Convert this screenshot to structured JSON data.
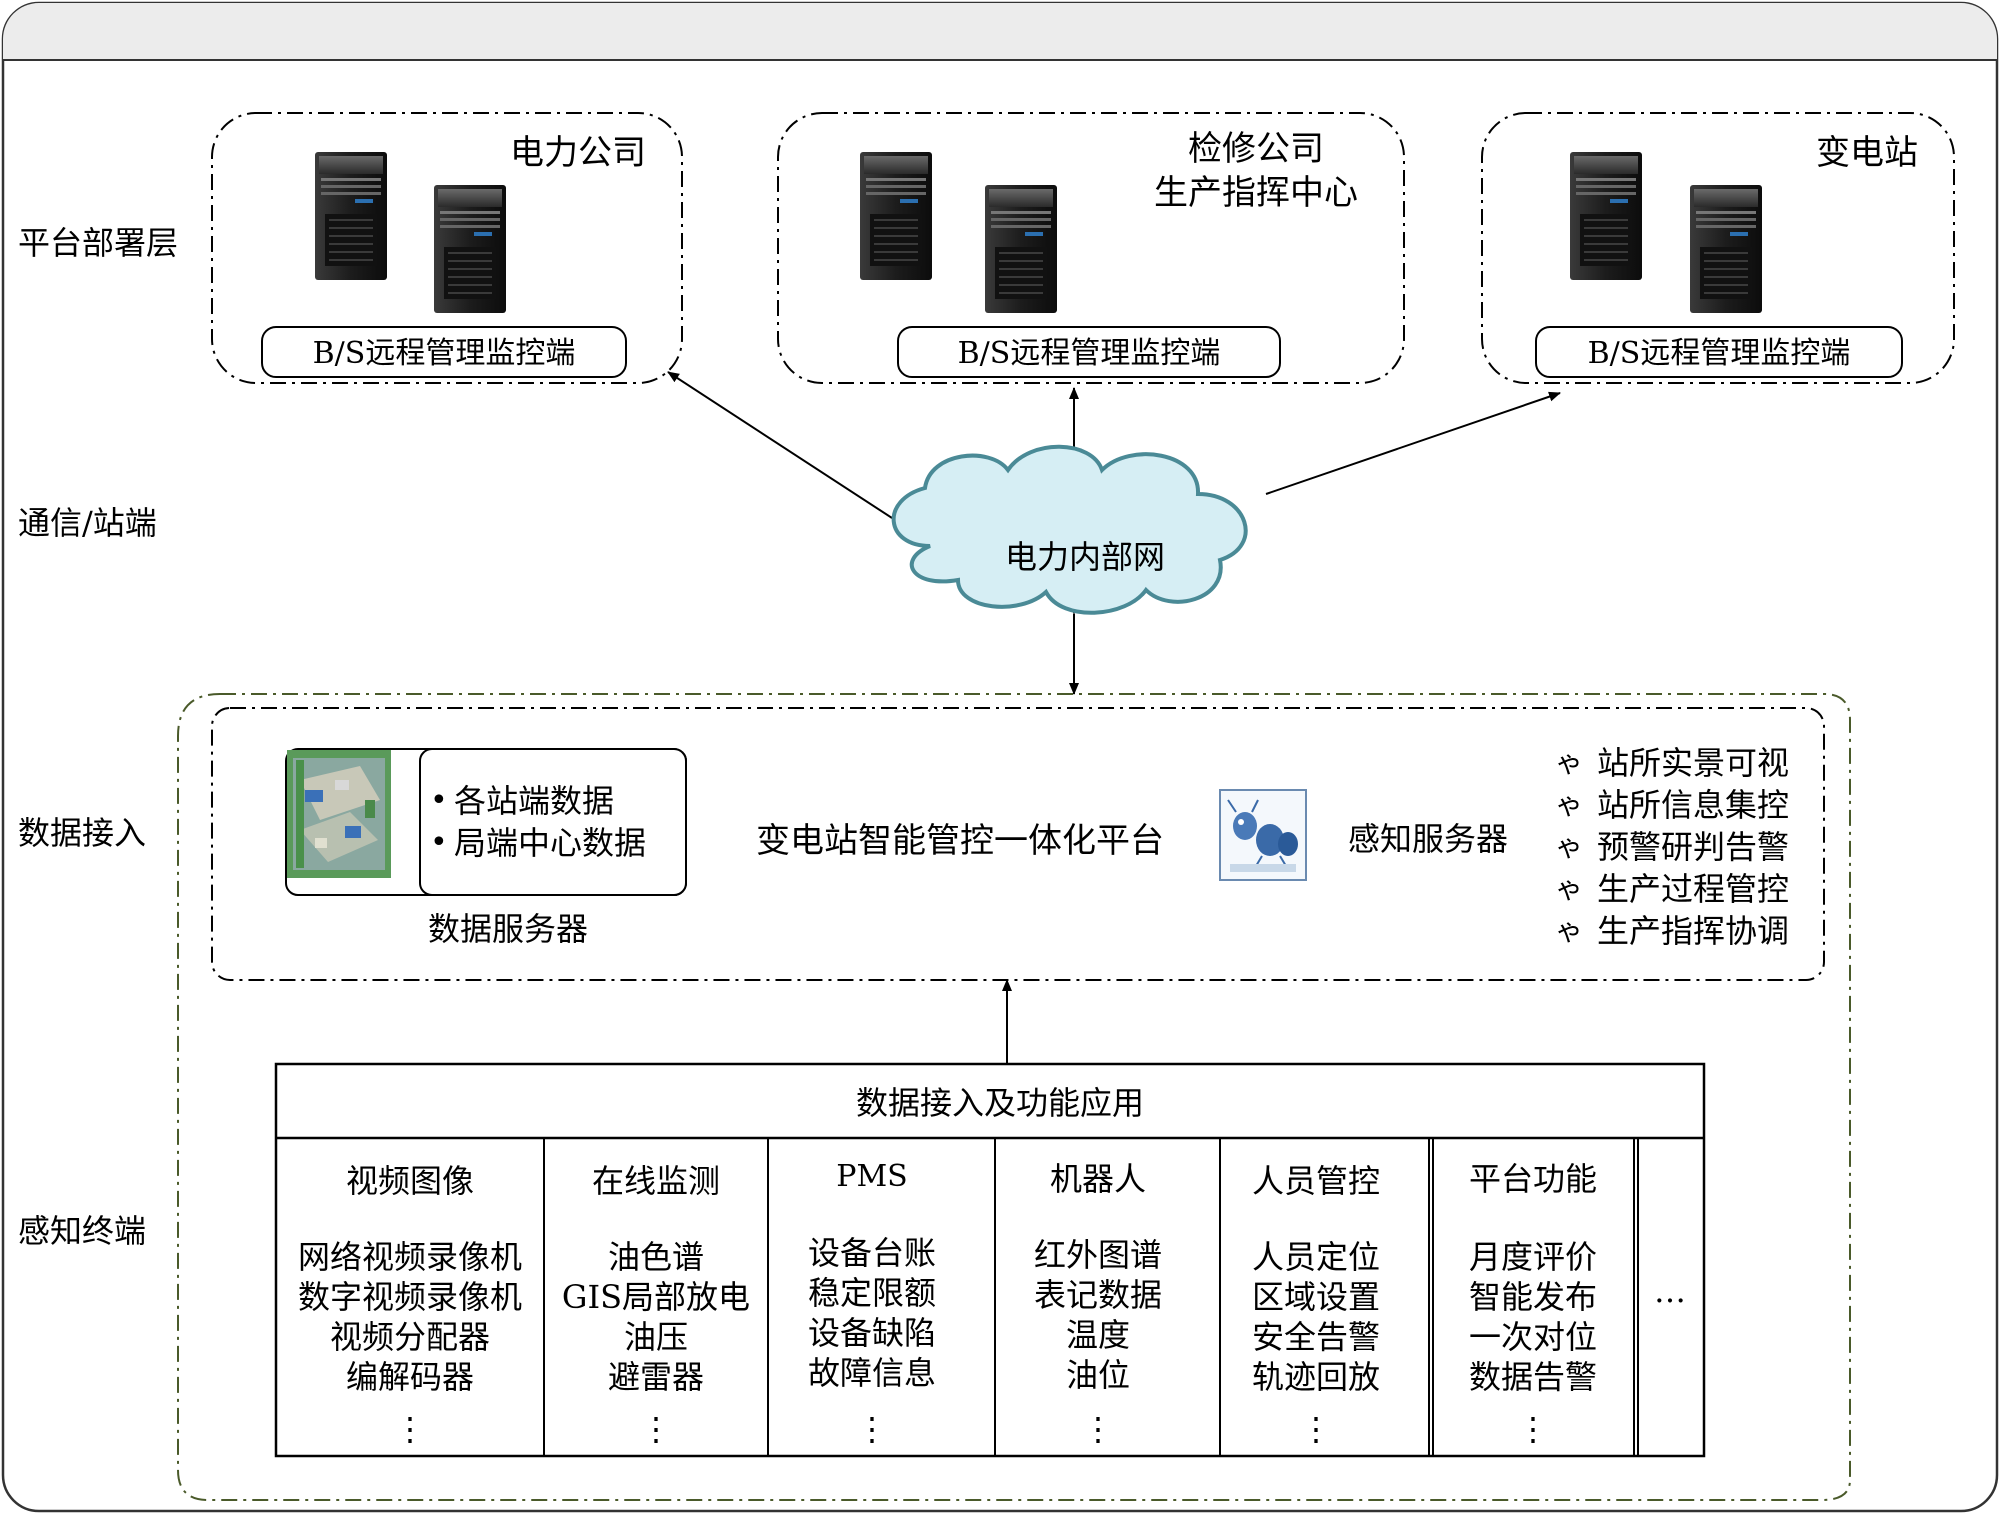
{
  "layers": {
    "platform": "平台部署层",
    "communication": "通信/站端",
    "data_access": "数据接入",
    "terminal": "感知终端"
  },
  "sites": [
    {
      "title_lines": [
        "电力公司"
      ],
      "client_label": "B/S远程管理监控端",
      "icon": "server-tower-icon"
    },
    {
      "title_lines": [
        "检修公司",
        "生产指挥中心"
      ],
      "client_label": "B/S远程管理监控端",
      "icon": "server-tower-icon"
    },
    {
      "title_lines": [
        "变电站"
      ],
      "client_label": "B/S远程管理监控端",
      "icon": "server-tower-icon"
    }
  ],
  "network": {
    "label": "电力内部网",
    "icon": "cloud-icon",
    "color": "#d6eef4",
    "border": "#4a8a96"
  },
  "platform_box": {
    "center_title": "变电站智能管控一体化平台",
    "data_server": {
      "label": "数据服务器",
      "items": [
        "各站端数据",
        "局端中心数据"
      ],
      "bullet": "•",
      "icon": "substation-map-icon"
    },
    "sensing_server": {
      "label": "感知服务器",
      "icon": "sensing-robot-icon",
      "bullet": "ゃ",
      "features": [
        "站所实景可视",
        "站所信息集控",
        "预警研判告警",
        "生产过程管控",
        "生产指挥协调"
      ]
    }
  },
  "access_table": {
    "header": "数据接入及功能应用",
    "columns": [
      {
        "title": "视频图像",
        "items": [
          "网络视频录像机",
          "数字视频录像机",
          "视频分配器",
          "编解码器"
        ]
      },
      {
        "title": "在线监测",
        "items": [
          "油色谱",
          "GIS局部放电",
          "油压",
          "避雷器"
        ]
      },
      {
        "title": "PMS",
        "items": [
          "设备台账",
          "稳定限额",
          "设备缺陷",
          "故障信息"
        ]
      },
      {
        "title": "机器人",
        "items": [
          "红外图谱",
          "表记数据",
          "温度",
          "油位"
        ]
      },
      {
        "title": "人员管控",
        "items": [
          "人员定位",
          "区域设置",
          "安全告警",
          "轨迹回放"
        ]
      },
      {
        "title": "平台功能",
        "items": [
          "月度评价",
          "智能发布",
          "一次对位",
          "数据告警"
        ]
      }
    ],
    "continuation": "…",
    "vertical_ellipsis": "⋮"
  },
  "colors": {
    "outer_frame": "#333333",
    "header_band": "#ececec",
    "integration_border": "#4a5a2a",
    "line": "#000000"
  }
}
